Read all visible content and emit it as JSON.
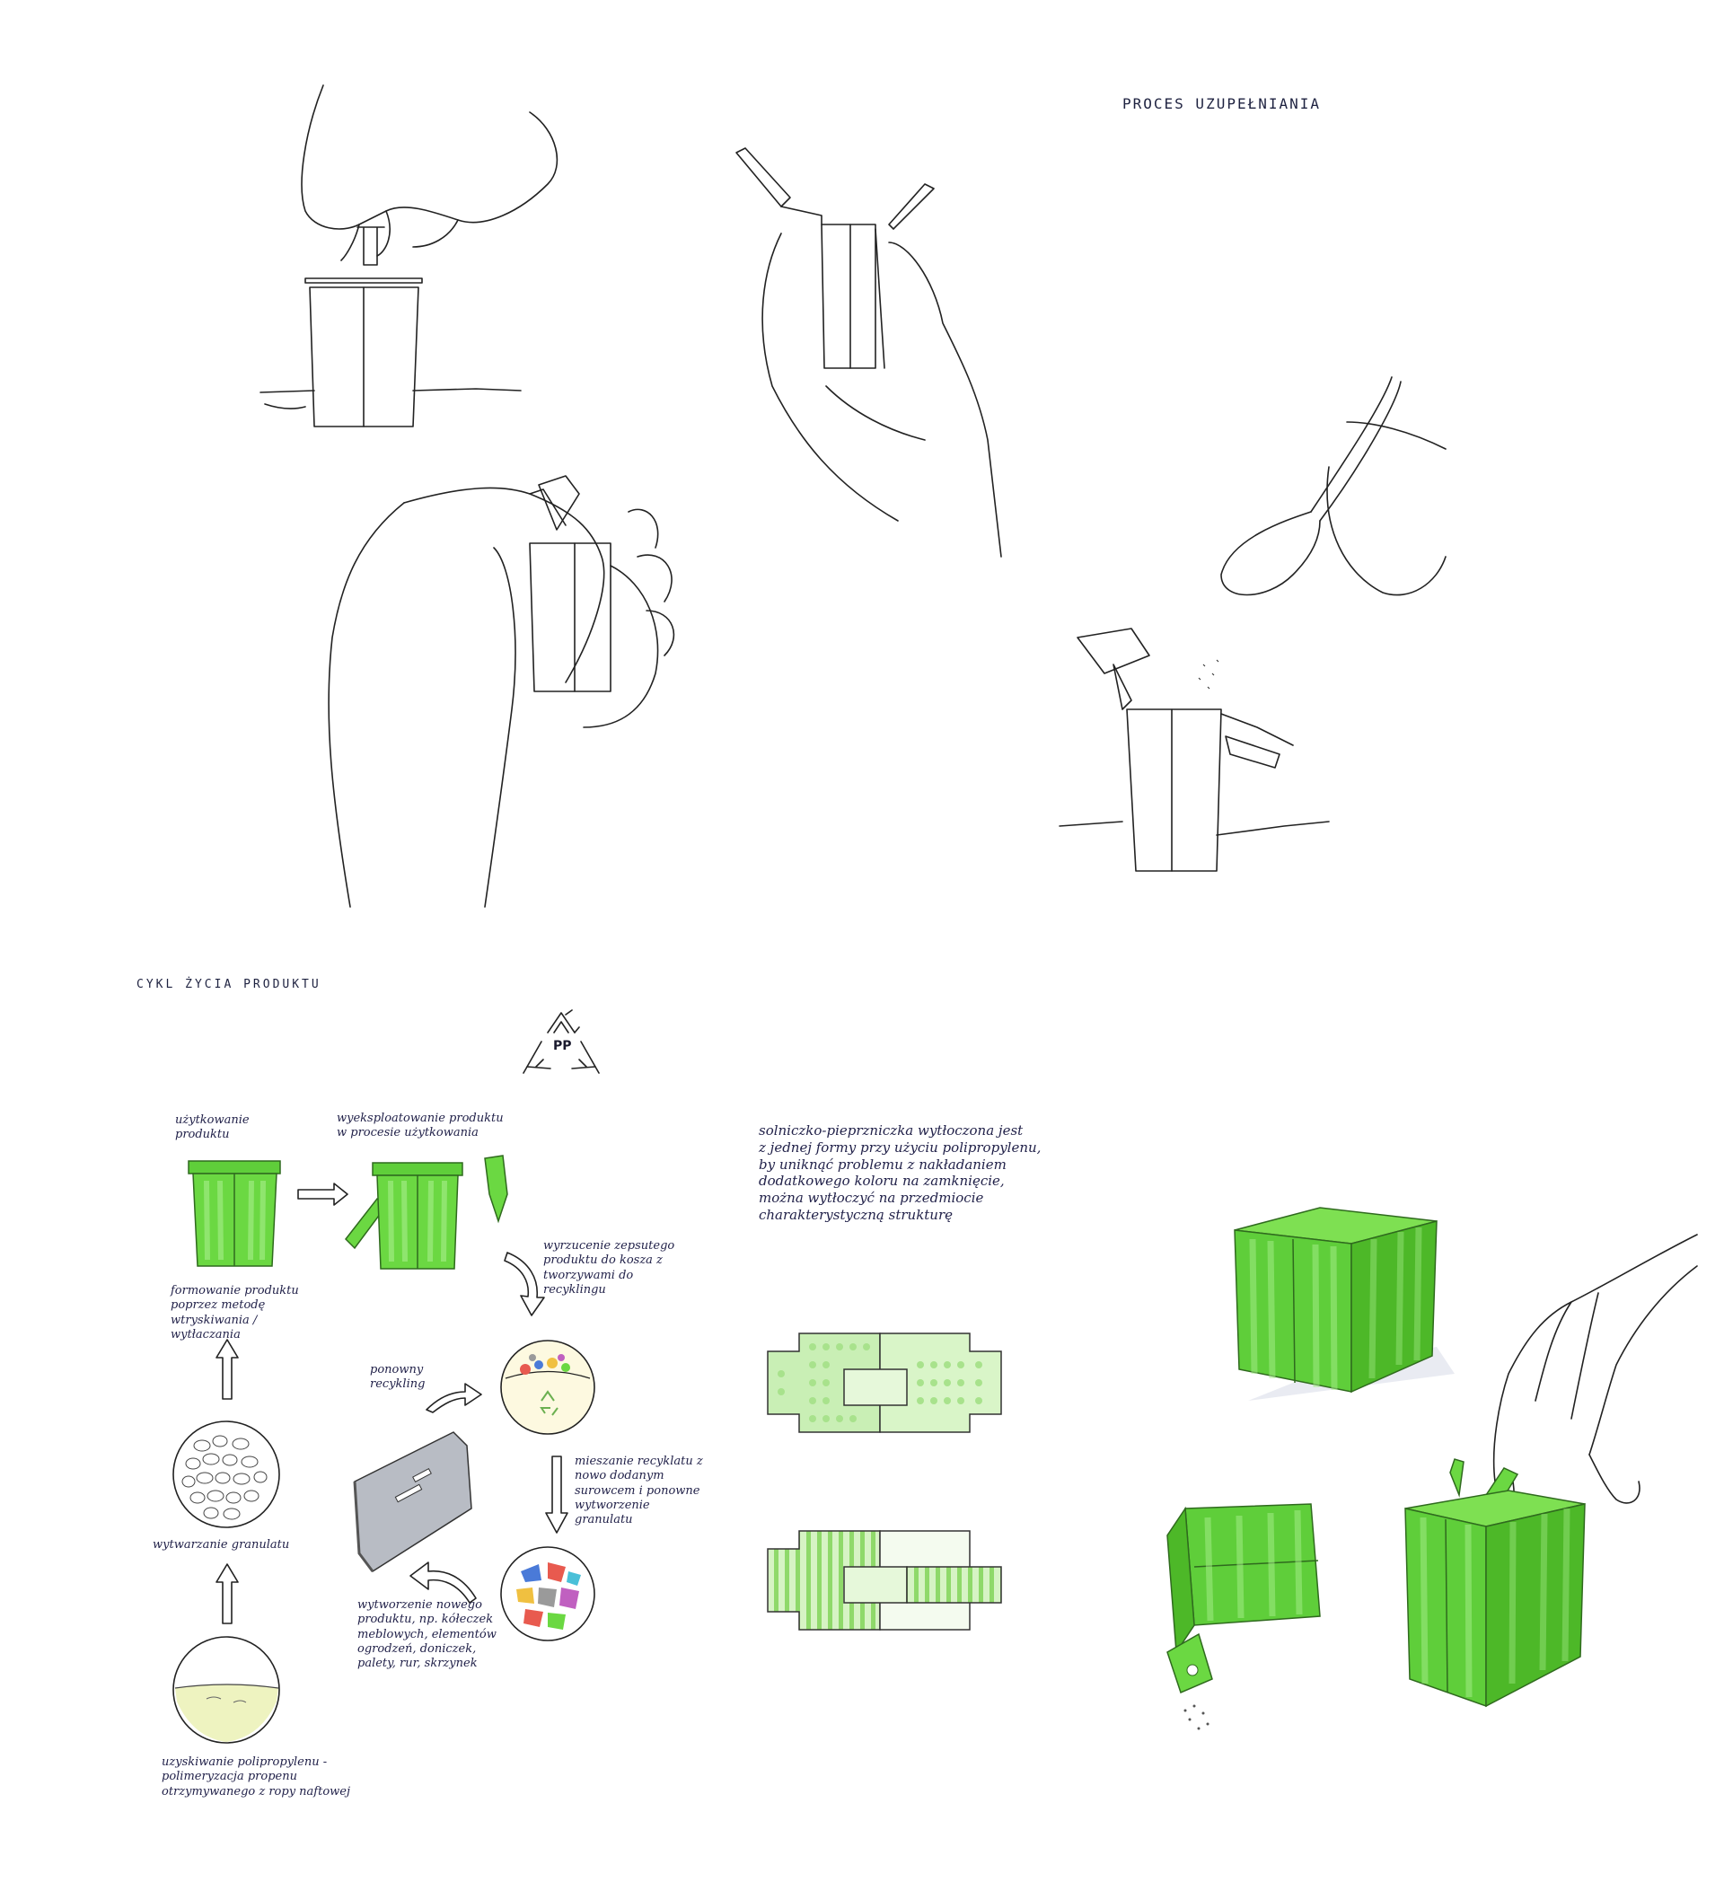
{
  "refill_section": {
    "title": "PROCES UZUPEŁNIANIA"
  },
  "lifecycle_section": {
    "title": "CYKL ŻYCIA PRODUKTU",
    "recycle_symbol_label": "PP",
    "steps": {
      "usage": "użytkowanie produktu",
      "exploitation": "wyeksploatowanie produktu w procesie użytkowania",
      "disposal": "wyrzucenie zepsutego produktu do kosza z tworzywami do recyklingu",
      "mixing": "mieszanie recyklatu z nowo dodanym surowcem i ponowne wytworzenie granulatu",
      "new_product": "wytworzenie nowego produktu, np. kółeczek meblowych, elementów ogrodzeń, doniczek, palety, rur, skrzynek",
      "re_recycling": "ponowny recykling",
      "forming": "formowanie produktu poprzez metodę wtryskiwania / wytłaczania",
      "granulate": "wytwarzanie granulatu",
      "extraction": "uzyskiwanie polipropylenu - polimeryzacja propenu otrzymywanego z ropy naftowej"
    }
  },
  "description": {
    "lines": [
      "solniczko-pieprzniczka wytłoczona jest",
      "z jednej formy przy użyciu polipropylenu,",
      "by uniknąć problemu z nakładaniem",
      "dodatkowego koloru na zamknięcie,",
      "można wytłoczyć na przedmiocie",
      "charakterystyczną strukturę"
    ]
  },
  "colors": {
    "product_green": "#5fce3a",
    "ink": "#222222"
  }
}
